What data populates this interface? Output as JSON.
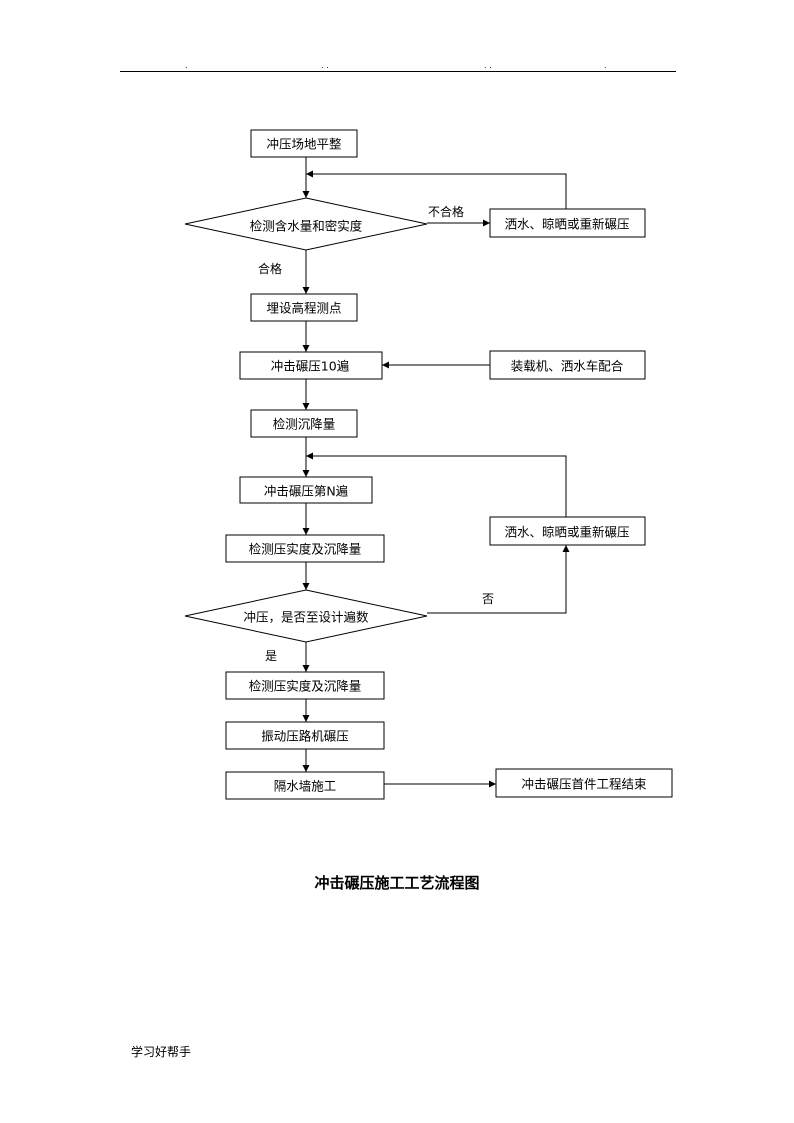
{
  "header": {
    "dots": [
      ".",
      ". .",
      ". .",
      "."
    ]
  },
  "flowchart": {
    "nodes": {
      "site_leveling": "冲压场地平整",
      "check_moisture": "检测含水量和密实度",
      "water_dry_1": "洒水、晾晒或重新碾压",
      "set_elevation": "埋设高程测点",
      "impact_10": "冲击碾压10遍",
      "loader": "装载机、洒水车配合",
      "check_settlement": "检测沉降量",
      "impact_n": "冲击碾压第N遍",
      "water_dry_2": "洒水、晾晒或重新碾压",
      "check_compaction_1": "检测压实度及沉降量",
      "reached_passes": "冲压，是否至设计遍数",
      "check_compaction_2": "检测压实度及沉降量",
      "vibratory_roller": "振动压路机碾压",
      "isolation_wall": "隔水墙施工",
      "end": "冲击碾压首件工程结束"
    },
    "edge_labels": {
      "fail": "不合格",
      "pass": "合格",
      "no": "否",
      "yes": "是"
    }
  },
  "caption": "冲击碾压施工工艺流程图",
  "footer": "学习好帮手"
}
